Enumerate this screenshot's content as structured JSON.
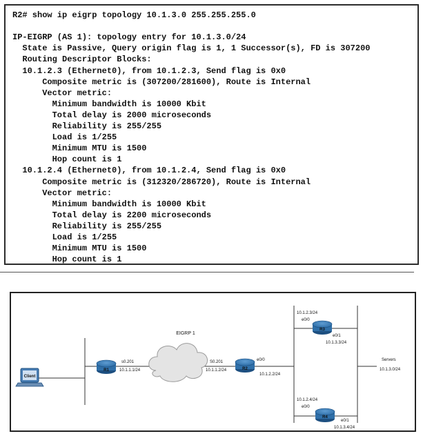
{
  "terminal": {
    "lines": [
      "R2# show ip eigrp topology 10.1.3.0 255.255.255.0",
      "",
      "IP-EIGRP (AS 1): topology entry for 10.1.3.0/24",
      "  State is Passive, Query origin flag is 1, 1 Successor(s), FD is 307200",
      "  Routing Descriptor Blocks:",
      "  10.1.2.3 (Ethernet0), from 10.1.2.3, Send flag is 0x0",
      "      Composite metric is (307200/281600), Route is Internal",
      "      Vector metric:",
      "        Minimum bandwidth is 10000 Kbit",
      "        Total delay is 2000 microseconds",
      "        Reliability is 255/255",
      "        Load is 1/255",
      "        Minimum MTU is 1500",
      "        Hop count is 1",
      "  10.1.2.4 (Ethernet0), from 10.1.2.4, Send flag is 0x0",
      "      Composite metric is (312320/286720), Route is Internal",
      "      Vector metric:",
      "        Minimum bandwidth is 10000 Kbit",
      "        Total delay is 2200 microseconds",
      "        Reliability is 255/255",
      "        Load is 1/255",
      "        Minimum MTU is 1500",
      "        Hop count is 1"
    ]
  },
  "diagram": {
    "client_label": "Client",
    "cloud_label": "EIGRP 1",
    "r1": {
      "name": "R1",
      "iface": "s0.201",
      "ip": "10.1.1.1/24"
    },
    "r2": {
      "name": "R2",
      "iface_s": "S0.201",
      "ip_s": "10.1.1.2/24",
      "iface_e": "e0/0",
      "ip_e": "10.1.2.2/24"
    },
    "r3": {
      "name": "R3",
      "ip_lan": "10.1.2.3/24",
      "iface_lan": "e0/0",
      "iface_srv": "e0/1",
      "ip_srv": "10.1.3.3/24"
    },
    "r4": {
      "name": "R4",
      "ip_lan": "10.1.2.4/24",
      "iface_lan": "e0/0",
      "iface_srv": "e0/1",
      "ip_srv": "10.1.3.4/24"
    },
    "servers": {
      "label": "Servers",
      "net": "10.1.3.0/24"
    },
    "colors": {
      "router": "#2f6fa8",
      "router_dark": "#1d4f80",
      "cloud": "#e4e4e4",
      "laptop": "#4a7fb5"
    }
  }
}
